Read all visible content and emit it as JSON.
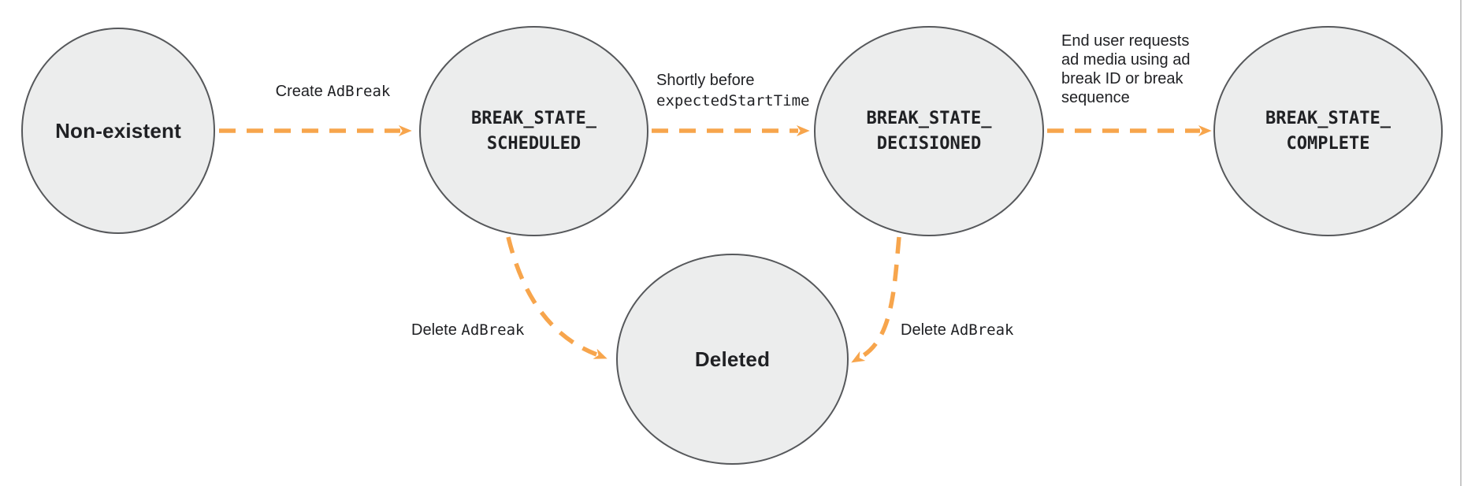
{
  "colors": {
    "arrow": "#F7A54C",
    "node_fill": "#ECEDED",
    "node_border": "#56585B",
    "text": "#202124",
    "page_edge": "#C8C8C8"
  },
  "nodes": {
    "non_existent": {
      "label": "Non-existent"
    },
    "scheduled": {
      "line1": "BREAK_STATE_",
      "line2": "SCHEDULED"
    },
    "decisioned": {
      "line1": "BREAK_STATE_",
      "line2": "DECISIONED"
    },
    "complete": {
      "line1": "BREAK_STATE_",
      "line2": "COMPLETE"
    },
    "deleted": {
      "label": "Deleted"
    }
  },
  "edges": {
    "create": {
      "plain": "Create ",
      "code": "AdBreak"
    },
    "shortly": {
      "line1": "Shortly before",
      "code_line2": "expectedStartTime"
    },
    "end_user": {
      "lines": [
        "End user requests",
        "ad media using ad",
        "break ID or break",
        "sequence"
      ]
    },
    "delete_left": {
      "plain": "Delete ",
      "code": "AdBreak"
    },
    "delete_right": {
      "plain": "Delete ",
      "code": "AdBreak"
    }
  }
}
